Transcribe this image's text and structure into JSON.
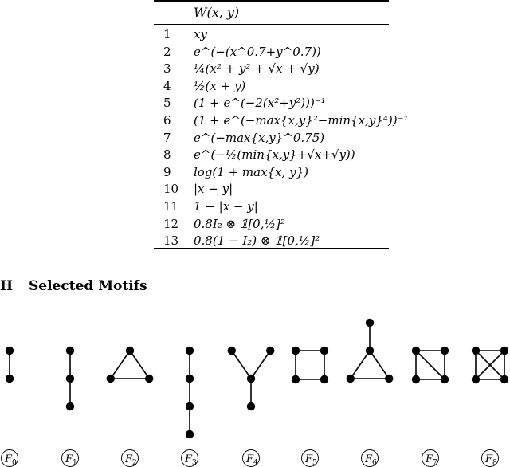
{
  "table": {
    "header": {
      "index": "",
      "function": "W(x, y)"
    },
    "rows": [
      {
        "index": "1",
        "formula": "xy"
      },
      {
        "index": "2",
        "formula": "e^(−(x^0.7+y^0.7))"
      },
      {
        "index": "3",
        "formula": "¼(x² + y² + √x + √y)"
      },
      {
        "index": "4",
        "formula": "½(x + y)"
      },
      {
        "index": "5",
        "formula": "(1 + e^(−2(x²+y²)))⁻¹"
      },
      {
        "index": "6",
        "formula": "(1 + e^(−max{x,y}²−min{x,y}⁴))⁻¹"
      },
      {
        "index": "7",
        "formula": "e^(−max{x,y}^0.75)"
      },
      {
        "index": "8",
        "formula": "e^(−½(min{x,y}+√x+√y))"
      },
      {
        "index": "9",
        "formula": "log(1 + max{x, y})"
      },
      {
        "index": "10",
        "formula": "|x − y|"
      },
      {
        "index": "11",
        "formula": "1 − |x − y|"
      },
      {
        "index": "12",
        "formula": "0.8I₂ ⊗ 𝟙[0,½]²"
      },
      {
        "index": "13",
        "formula": "0.8(1 − I₂) ⊗ 𝟙[0,½]²"
      }
    ]
  },
  "section": {
    "number": "H",
    "title": "Selected Motifs"
  },
  "motifs": [
    {
      "label": "F0",
      "nodes": [
        [
          0,
          0
        ],
        [
          0,
          1
        ]
      ],
      "edges": [
        [
          0,
          1
        ]
      ]
    },
    {
      "label": "F1",
      "nodes": [
        [
          0,
          0
        ],
        [
          0,
          1
        ],
        [
          0,
          2
        ]
      ],
      "edges": [
        [
          0,
          1
        ],
        [
          1,
          2
        ]
      ]
    },
    {
      "label": "F2",
      "nodes": [
        [
          0,
          0
        ],
        [
          -0.75,
          1
        ],
        [
          0.75,
          1
        ]
      ],
      "edges": [
        [
          0,
          1
        ],
        [
          0,
          2
        ],
        [
          1,
          2
        ]
      ]
    },
    {
      "label": "F3",
      "nodes": [
        [
          0,
          0
        ],
        [
          0,
          1
        ],
        [
          0,
          2
        ],
        [
          0,
          3
        ]
      ],
      "edges": [
        [
          0,
          1
        ],
        [
          1,
          2
        ],
        [
          2,
          3
        ]
      ]
    },
    {
      "label": "F4",
      "nodes": [
        [
          -0.75,
          0
        ],
        [
          0.75,
          0
        ],
        [
          0,
          1
        ],
        [
          0,
          2
        ]
      ],
      "edges": [
        [
          0,
          2
        ],
        [
          1,
          2
        ],
        [
          2,
          3
        ]
      ]
    },
    {
      "label": "F5",
      "nodes": [
        [
          0,
          0
        ],
        [
          1,
          0
        ],
        [
          1,
          1
        ],
        [
          0,
          1
        ]
      ],
      "edges": [
        [
          0,
          1
        ],
        [
          1,
          2
        ],
        [
          2,
          3
        ],
        [
          3,
          0
        ]
      ]
    },
    {
      "label": "F6",
      "nodes": [
        [
          0,
          -1
        ],
        [
          0,
          0
        ],
        [
          -0.75,
          1
        ],
        [
          0.75,
          1
        ]
      ],
      "edges": [
        [
          0,
          1
        ],
        [
          1,
          2
        ],
        [
          1,
          3
        ],
        [
          2,
          3
        ]
      ]
    },
    {
      "label": "F7",
      "nodes": [
        [
          0,
          0
        ],
        [
          1,
          0
        ],
        [
          1,
          1
        ],
        [
          0,
          1
        ]
      ],
      "edges": [
        [
          0,
          1
        ],
        [
          1,
          2
        ],
        [
          2,
          3
        ],
        [
          3,
          0
        ],
        [
          0,
          2
        ]
      ]
    },
    {
      "label": "F8",
      "nodes": [
        [
          0,
          0
        ],
        [
          1,
          0
        ],
        [
          1,
          1
        ],
        [
          0,
          1
        ]
      ],
      "edges": [
        [
          0,
          1
        ],
        [
          1,
          2
        ],
        [
          2,
          3
        ],
        [
          3,
          0
        ],
        [
          0,
          2
        ],
        [
          1,
          3
        ]
      ]
    }
  ]
}
